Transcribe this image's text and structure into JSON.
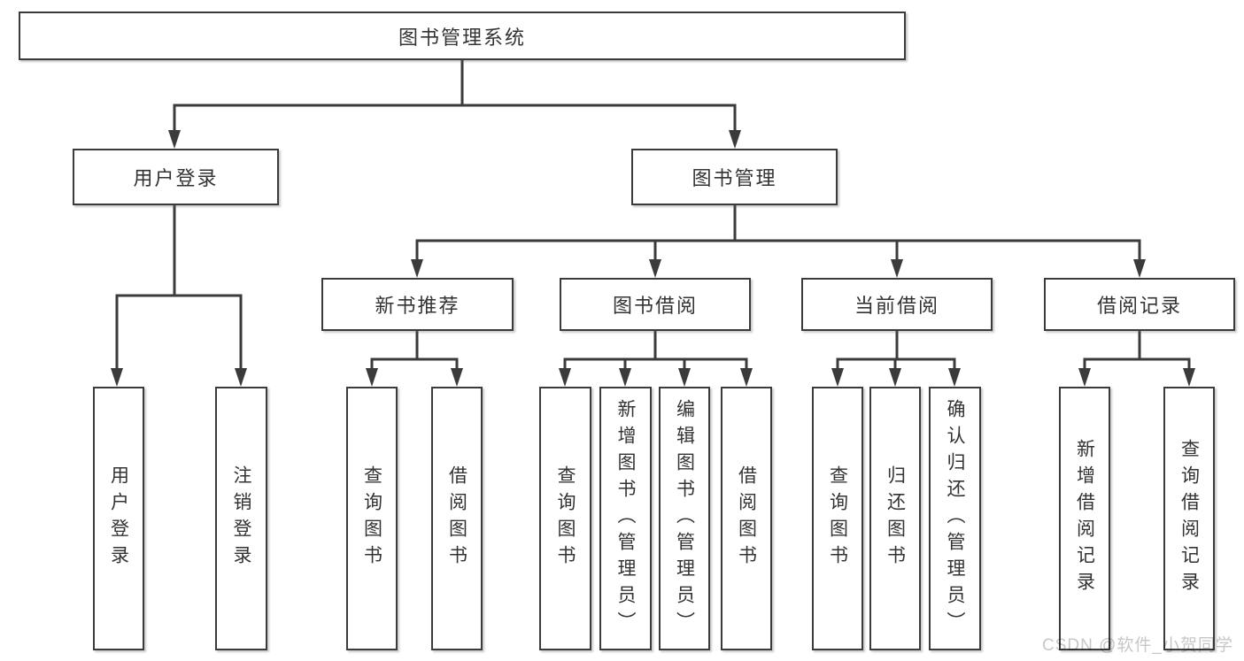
{
  "colors": {
    "line": "#3b3b3b",
    "box_border": "#3b3b3b",
    "box_background": "#ffffff",
    "text": "#333333",
    "watermark": "#c7c7c7",
    "page_background": "#ffffff"
  },
  "watermark": {
    "text": "CSDN @软件_小贺同学"
  },
  "tree": {
    "root": {
      "label": "图书管理系统",
      "children": [
        {
          "label": "用户登录",
          "children": [
            {
              "label": "用户登录"
            },
            {
              "label": "注销登录"
            }
          ]
        },
        {
          "label": "图书管理",
          "children": [
            {
              "label": "新书推荐",
              "children": [
                {
                  "label": "查询图书"
                },
                {
                  "label": "借阅图书"
                }
              ]
            },
            {
              "label": "图书借阅",
              "children": [
                {
                  "label": "查询图书"
                },
                {
                  "label": "新增图书（管理员）"
                },
                {
                  "label": "编辑图书（管理员）"
                },
                {
                  "label": "借阅图书"
                }
              ]
            },
            {
              "label": "当前借阅",
              "children": [
                {
                  "label": "查询图书"
                },
                {
                  "label": "归还图书"
                },
                {
                  "label": "确认归还（管理员）"
                }
              ]
            },
            {
              "label": "借阅记录",
              "children": [
                {
                  "label": "新增借阅记录"
                },
                {
                  "label": "查询借阅记录"
                }
              ]
            }
          ]
        }
      ]
    }
  }
}
